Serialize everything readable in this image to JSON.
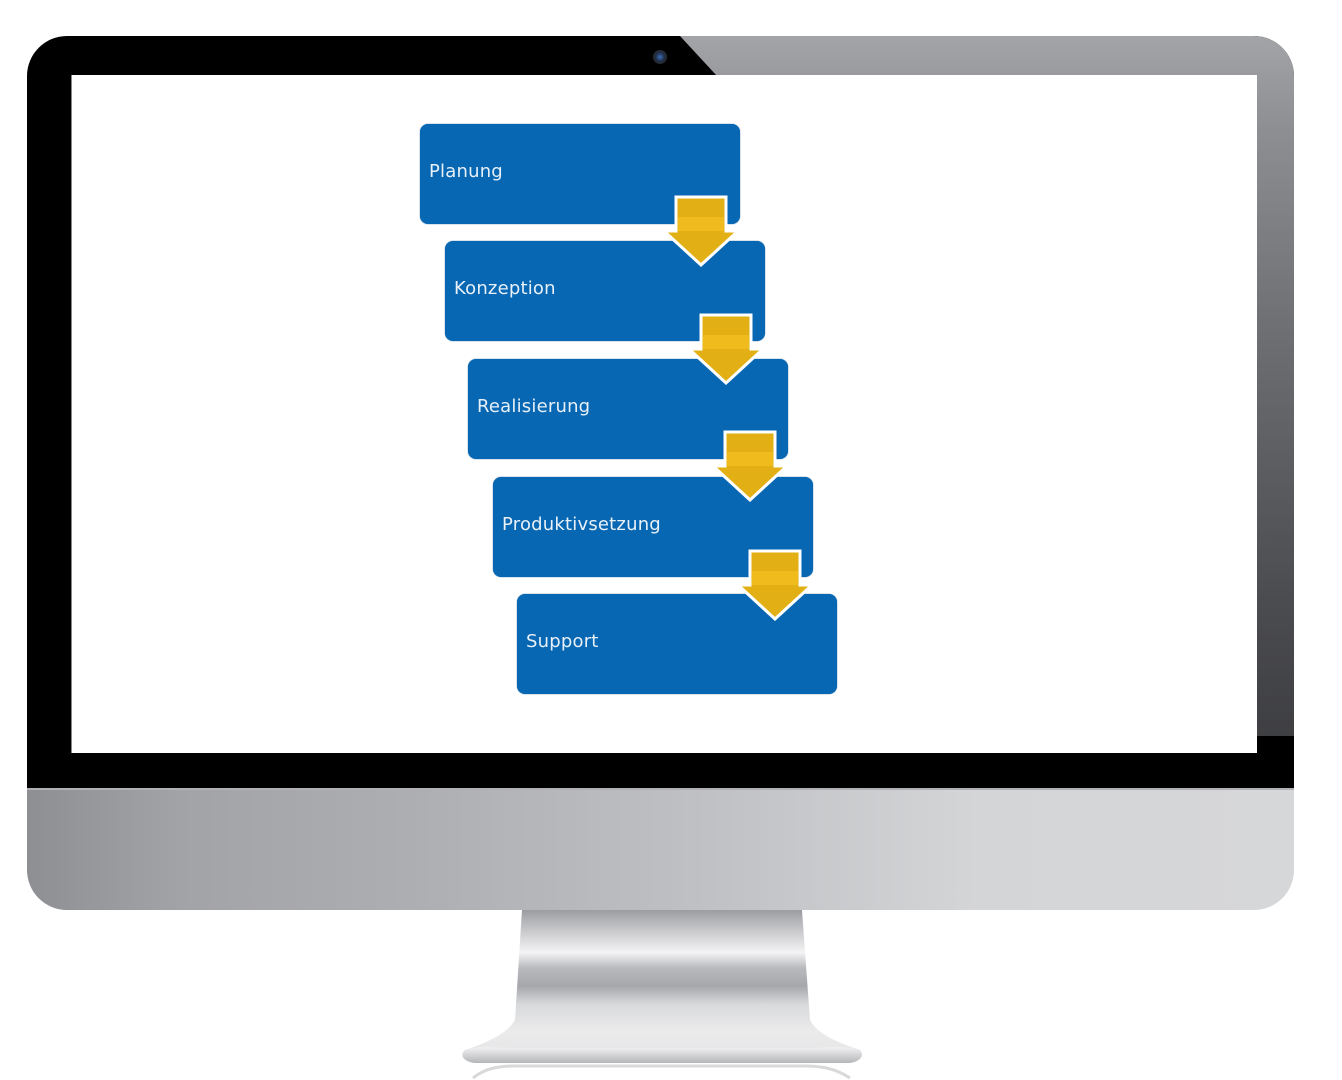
{
  "diagram": {
    "type": "process-flow",
    "direction": "top-to-bottom staircase",
    "steps": [
      {
        "label": "Planung"
      },
      {
        "label": "Konzeption"
      },
      {
        "label": "Realisierung"
      },
      {
        "label": "Produktivsetzung"
      },
      {
        "label": "Support"
      }
    ],
    "arrows": [
      {
        "from": "Planung",
        "to": "Konzeption"
      },
      {
        "from": "Konzeption",
        "to": "Realisierung"
      },
      {
        "from": "Realisierung",
        "to": "Produktivsetzung"
      },
      {
        "from": "Produktivsetzung",
        "to": "Support"
      }
    ],
    "colors": {
      "box": "#0767b3",
      "text": "#e8f0f8",
      "arrow": "#e2b015",
      "arrow_highlight": "#f6c11f",
      "arrow_outline": "#ffffff"
    }
  },
  "device": {
    "kind": "desktop-monitor",
    "bezel_color": "#000000",
    "chin_color": "#c1c2c5"
  }
}
